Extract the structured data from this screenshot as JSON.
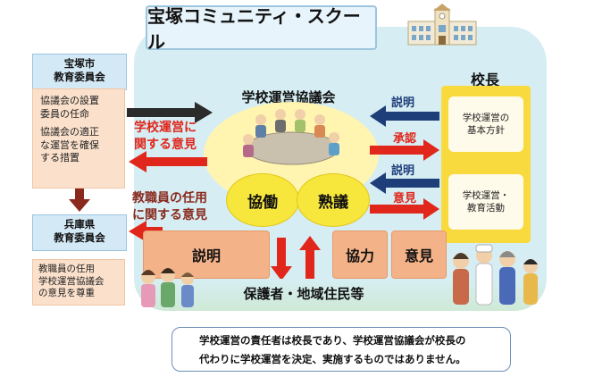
{
  "title": "宝塚コミュニティ・スクール",
  "council": {
    "label": "学校運営協議会",
    "collab": "協働",
    "deliberation": "熟議"
  },
  "city_board": {
    "name_line1": "宝塚市",
    "name_line2": "教育委員会",
    "item1_line1": "協議会の設置",
    "item1_line2": "委員の任命",
    "item2_line1": "協議会の適正",
    "item2_line2": "な運営を確保",
    "item2_line3": "する措置"
  },
  "pref_board": {
    "name_line1": "兵庫県",
    "name_line2": "教育委員会",
    "item_line1": "教職員の任用",
    "item_line2": "学校運営協議会",
    "item_line3": "の意見を尊重"
  },
  "arrows": {
    "opinion_management_line1": "学校運営に",
    "opinion_management_line2": "関する意見",
    "opinion_staff_line1": "教職員の任用",
    "opinion_staff_line2": "に関する意見",
    "explain_top": "説明",
    "approve": "承認",
    "explain_mid": "説明",
    "opinion_right": "意見"
  },
  "principal": {
    "label": "校長",
    "card1_line1": "学校運営の",
    "card1_line2": "基本方針",
    "card2_line1": "学校運営・",
    "card2_line2": "教育活動"
  },
  "community": {
    "explain": "説明",
    "cooperate": "協力",
    "opinion": "意見",
    "label": "保護者・地域住民等"
  },
  "note": {
    "line1": "学校運営の責任者は校長であり、学校運営協議会が校長の",
    "line2": "代わりに学校運営を決定、実施するものではありません。"
  },
  "colors": {
    "red_arrow": "#e1261c",
    "navy_arrow": "#1e3e7a",
    "dark_red_arrow": "#8a2a1e",
    "yellow": "#f8da3f",
    "orange_box": "#f4b288",
    "blue_box": "#d4e9f6",
    "peach_box": "#fbe1cc",
    "panel_bg": "#d6eef3"
  }
}
